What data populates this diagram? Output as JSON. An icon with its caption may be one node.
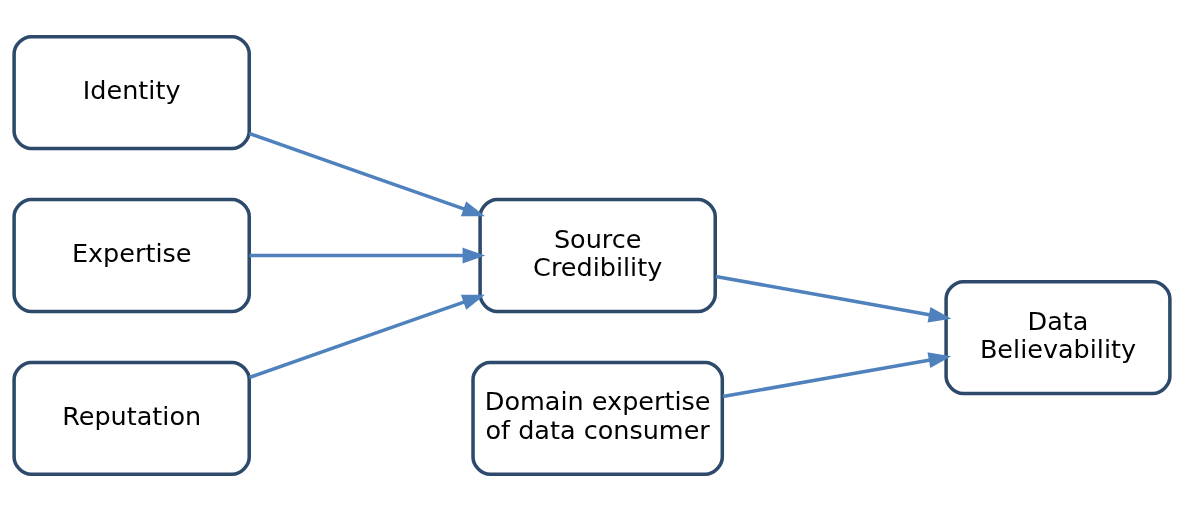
{
  "diagram": {
    "nodes": [
      {
        "text": [
          "Identity"
        ]
      },
      {
        "text": [
          "Expertise"
        ]
      },
      {
        "text": [
          "Reputation"
        ]
      },
      {
        "text": [
          "Source Credibility"
        ]
      },
      {
        "text": [
          "Domain expertise of data consumer"
        ]
      },
      {
        "text": [
          "Data Believability"
        ]
      }
    ],
    "edges": [
      {
        "from": 0,
        "to": 3,
        "arrow": "to"
      },
      {
        "from": 1,
        "to": 3,
        "arrow": "to"
      },
      {
        "from": 2,
        "to": 3,
        "arrow": "to"
      },
      {
        "from": 3,
        "to": 5,
        "arrow": "to"
      },
      {
        "from": 4,
        "to": 5,
        "arrow": "to"
      }
    ]
  }
}
